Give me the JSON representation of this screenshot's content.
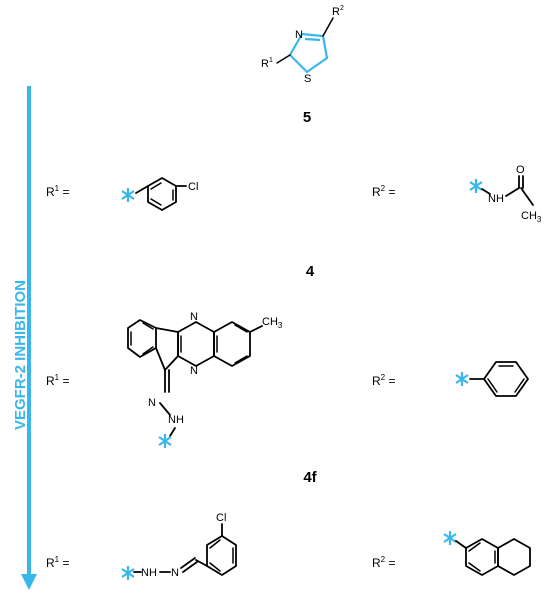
{
  "core": {
    "n_label": "N",
    "s_label": "S",
    "r1_label": "R",
    "r1_sup": "1",
    "r2_label": "R",
    "r2_sup": "2",
    "color": "#39b7ec"
  },
  "axis": {
    "label": "VEGFR-2 INHIBITION",
    "color": "#39b7ec"
  },
  "compounds": [
    {
      "id": "5",
      "r1": {
        "label": "R",
        "sup": "1",
        "eq": " =",
        "atoms": {
          "cl": "Cl"
        }
      },
      "r2": {
        "label": "R",
        "sup": "2",
        "eq": " =",
        "atoms": {
          "nh": "NH",
          "o": "O",
          "ch3": "CH",
          "ch3_sub": "3"
        }
      }
    },
    {
      "id": "4",
      "r1": {
        "label": "R",
        "sup": "1",
        "eq": " =",
        "atoms": {
          "n_top": "N",
          "n_bottom": "N",
          "ch3": "CH",
          "ch3_sub": "3",
          "n_imine": "N",
          "nh": "NH"
        }
      },
      "r2": {
        "label": "R",
        "sup": "2",
        "eq": " ="
      }
    },
    {
      "id": "4f",
      "r1": {
        "label": "R",
        "sup": "1",
        "eq": " =",
        "atoms": {
          "cl": "Cl",
          "nh": "NH",
          "n": "N"
        }
      },
      "r2": {
        "label": "R",
        "sup": "2",
        "eq": " ="
      }
    }
  ],
  "attachment_mark": {
    "color": "#7fc4ea"
  }
}
